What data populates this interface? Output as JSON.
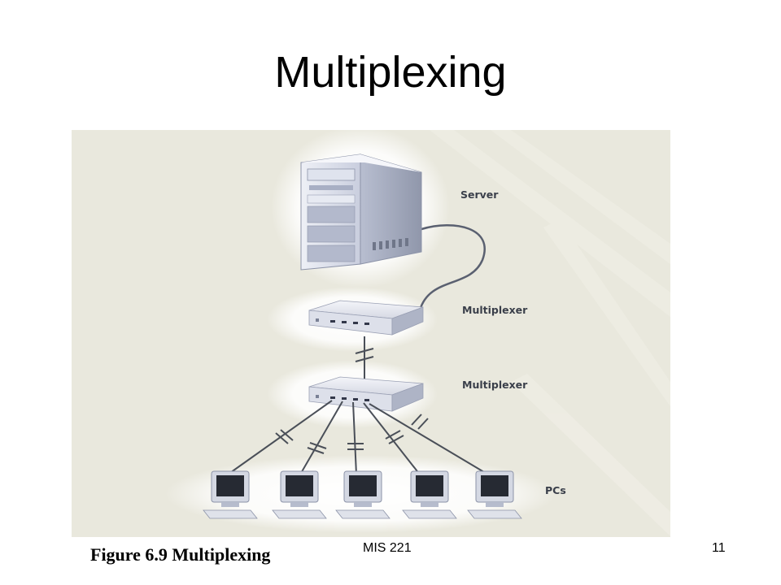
{
  "slide": {
    "title": "Multiplexing",
    "caption": "Figure 6.9 Multiplexing",
    "footer": "MIS 221",
    "page_number": "11"
  },
  "diagram": {
    "labels": {
      "server": "Server",
      "multiplexer_top": "Multiplexer",
      "multiplexer_bottom": "Multiplexer",
      "pcs": "PCs"
    },
    "nodes": [
      {
        "name": "server",
        "icon": "server-tower-icon"
      },
      {
        "name": "multiplexer-1",
        "icon": "multiplexer-icon"
      },
      {
        "name": "multiplexer-2",
        "icon": "multiplexer-icon"
      },
      {
        "name": "pc-1",
        "icon": "desktop-pc-icon"
      },
      {
        "name": "pc-2",
        "icon": "desktop-pc-icon"
      },
      {
        "name": "pc-3",
        "icon": "desktop-pc-icon"
      },
      {
        "name": "pc-4",
        "icon": "desktop-pc-icon"
      },
      {
        "name": "pc-5",
        "icon": "desktop-pc-icon"
      }
    ],
    "colors": {
      "background": "#e9e8dd",
      "device_body": "#d9dce6",
      "device_shade": "#a9afc2",
      "line": "#4a4f58"
    }
  }
}
